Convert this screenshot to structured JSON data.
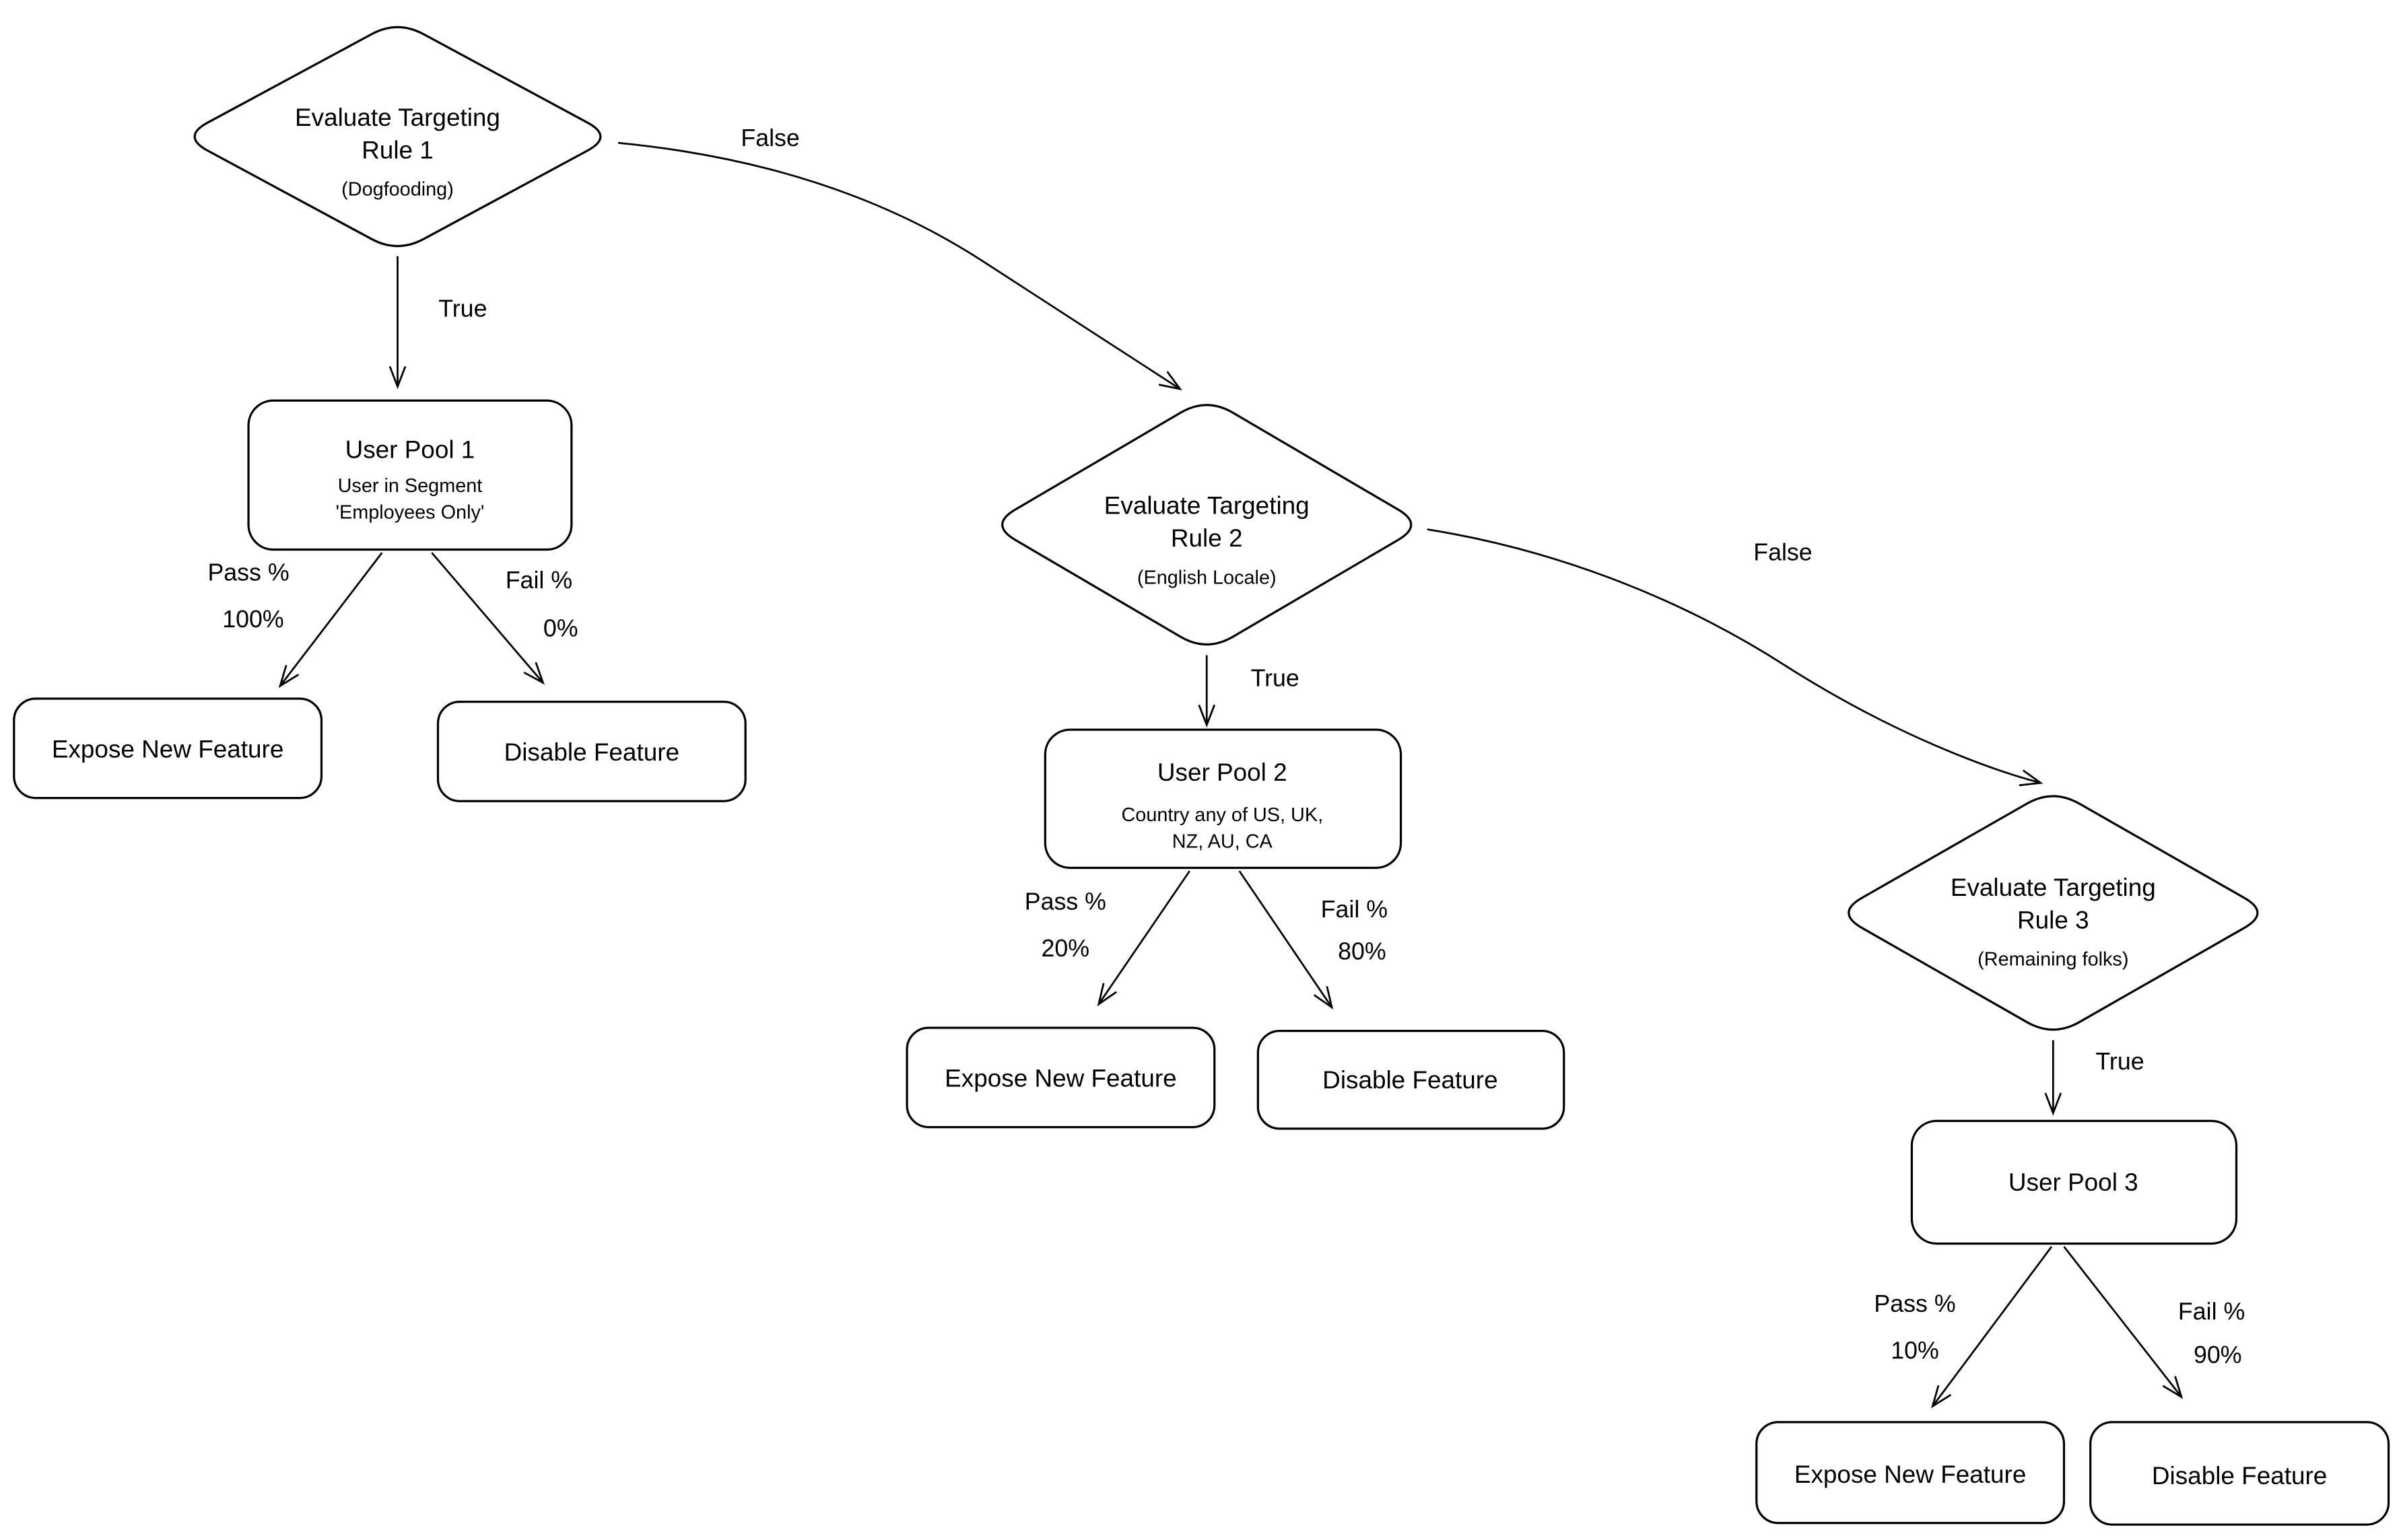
{
  "diagram": {
    "nodes": {
      "rule1": {
        "title_line1": "Evaluate Targeting",
        "title_line2": "Rule 1",
        "subtitle": "(Dogfooding)"
      },
      "pool1": {
        "title": "User Pool 1",
        "detail_line1": "User in Segment",
        "detail_line2": "'Employees Only'"
      },
      "expose1": {
        "label": "Expose New Feature"
      },
      "disable1": {
        "label": "Disable Feature"
      },
      "rule2": {
        "title_line1": "Evaluate Targeting",
        "title_line2": "Rule 2",
        "subtitle": "(English Locale)"
      },
      "pool2": {
        "title": "User Pool 2",
        "detail_line1": "Country any of US, UK,",
        "detail_line2": "NZ, AU, CA"
      },
      "expose2": {
        "label": "Expose New Feature"
      },
      "disable2": {
        "label": "Disable Feature"
      },
      "rule3": {
        "title_line1": "Evaluate Targeting",
        "title_line2": "Rule 3",
        "subtitle": "(Remaining folks)"
      },
      "pool3": {
        "title": "User Pool 3"
      },
      "expose3": {
        "label": "Expose New Feature"
      },
      "disable3": {
        "label": "Disable Feature"
      }
    },
    "edges": {
      "rule1_true": {
        "label": "True"
      },
      "rule1_false": {
        "label": "False"
      },
      "pool1_pass": {
        "label": "Pass %",
        "value": "100%"
      },
      "pool1_fail": {
        "label": "Fail %",
        "value": "0%"
      },
      "rule2_true": {
        "label": "True"
      },
      "rule2_false": {
        "label": "False"
      },
      "pool2_pass": {
        "label": "Pass %",
        "value": "20%"
      },
      "pool2_fail": {
        "label": "Fail %",
        "value": "80%"
      },
      "rule3_true": {
        "label": "True"
      },
      "pool3_pass": {
        "label": "Pass %",
        "value": "10%"
      },
      "pool3_fail": {
        "label": "Fail %",
        "value": "90%"
      }
    },
    "colors": {
      "line": "#000000",
      "text": "#000000",
      "background": "#ffffff"
    }
  }
}
